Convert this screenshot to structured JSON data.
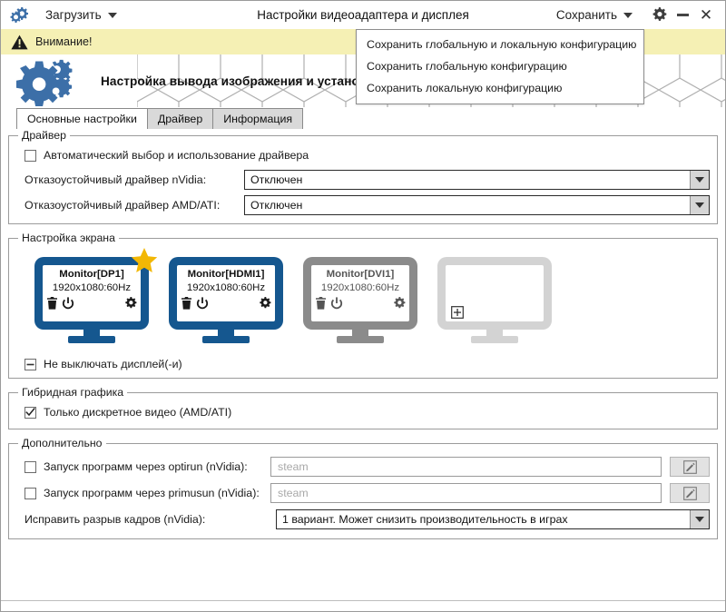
{
  "titlebar": {
    "app_icon": "gears-icon",
    "load_label": "Загрузить",
    "title": "Настройки видеоадаптера и дисплея",
    "save_label": "Сохранить",
    "settings_icon": "gear-icon",
    "minimize_icon": "minimize-icon",
    "close_icon": "close-icon",
    "close_glyph": "✕"
  },
  "save_menu": {
    "items": [
      "Сохранить глобальную и локальную конфигурацию",
      "Сохранить глобальную конфигурацию",
      "Сохранить локальную конфигурацию"
    ]
  },
  "warning": {
    "icon": "warning-triangle-icon",
    "text": "Внимание!",
    "background": "#f5f0b4"
  },
  "banner": {
    "icon": "gears-icon",
    "title": "Настройка вывода изображения и установка драйвера видеокарты"
  },
  "tabs": [
    {
      "label": "Основные настройки",
      "active": true
    },
    {
      "label": "Драйвер",
      "active": false
    },
    {
      "label": "Информация",
      "active": false
    }
  ],
  "driver_group": {
    "legend": "Драйвер",
    "auto_checkbox": {
      "label": "Автоматический выбор и использование драйвера",
      "checked": false
    },
    "nvidia": {
      "label": "Отказоустойчивый драйвер nVidia:",
      "value": "Отключен"
    },
    "amd": {
      "label": "Отказоустойчивый драйвер AMD/ATI:",
      "value": "Отключен"
    }
  },
  "screen_group": {
    "legend": "Настройка экрана",
    "monitors": [
      {
        "name": "Monitor[DP1]",
        "mode": "1920x1080:60Hz",
        "color": "#15578f",
        "primary": true,
        "empty": false,
        "icons": [
          "trash-icon",
          "power-icon",
          "gear-icon"
        ]
      },
      {
        "name": "Monitor[HDMI1]",
        "mode": "1920x1080:60Hz",
        "color": "#15578f",
        "primary": false,
        "empty": false,
        "icons": [
          "trash-icon",
          "power-icon",
          "gear-icon"
        ]
      },
      {
        "name": "Monitor[DVI1]",
        "mode": "1920x1080:60Hz",
        "color": "#8b8b8b",
        "primary": false,
        "empty": false,
        "icons": [
          "trash-icon",
          "power-icon",
          "gear-icon"
        ]
      },
      {
        "name": "",
        "mode": "",
        "color": "#d3d3d3",
        "primary": false,
        "empty": true,
        "icons": [
          "add-plus-icon"
        ]
      }
    ],
    "keep_on_checkbox": {
      "label": "Не выключать дисплей(-и)",
      "state": "indeterminate"
    }
  },
  "hybrid_group": {
    "legend": "Гибридная графика",
    "discrete_checkbox": {
      "label": "Только дискретное видео (AMD/ATI)",
      "checked": true
    }
  },
  "extra_group": {
    "legend": "Дополнительно",
    "optirun": {
      "label": "Запуск программ через optirun (nVidia):",
      "checked": false,
      "placeholder": "steam",
      "value": "",
      "edit_icon": "pencil-square-icon"
    },
    "primusun": {
      "label": "Запуск программ через primusun (nVidia):",
      "checked": false,
      "placeholder": "steam",
      "value": "",
      "edit_icon": "pencil-square-icon"
    },
    "tearing": {
      "label": "Исправить разрыв кадров (nVidia):",
      "value": "1 вариант. Может снизить производительность в играх"
    }
  },
  "colors": {
    "accent": "#15578f",
    "warning_bg": "#f5f0b4",
    "star": "#f2b705",
    "muted_monitor": "#8b8b8b",
    "empty_monitor": "#d3d3d3"
  }
}
